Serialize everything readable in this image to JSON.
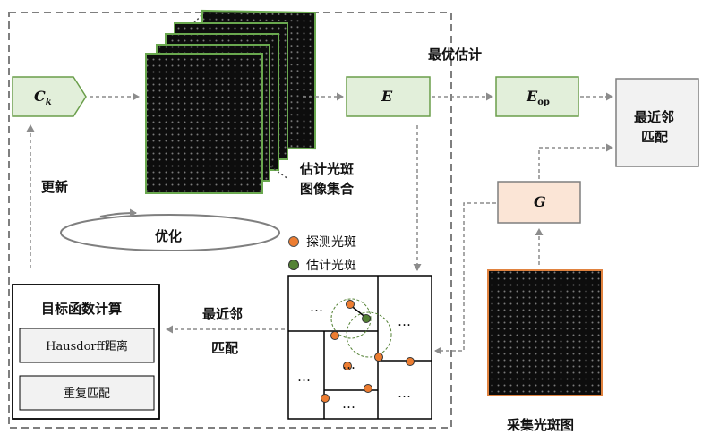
{
  "nodes": {
    "ck": {
      "label": "C",
      "sub": "k"
    },
    "e": {
      "label": "E"
    },
    "eop": {
      "label": "E",
      "sub": "op"
    },
    "g": {
      "label": "G"
    },
    "nn": {
      "line1": "最近邻",
      "line2": "匹配"
    }
  },
  "labels": {
    "best_estimate": "最优估计",
    "estimated_images_1": "估计光斑",
    "estimated_images_2": "图像集合",
    "update": "更新",
    "optimize": "优化",
    "match_1": "最近邻",
    "match_2": "匹配",
    "captured_image": "采集光斑图"
  },
  "legend": {
    "detected": "探测光斑",
    "estimated": "估计光斑"
  },
  "objective": {
    "title": "目标函数计算",
    "item1": "Hausdorff距离",
    "item2": "重复匹配"
  },
  "cells": {
    "ellipsis": "…"
  },
  "colors": {
    "green_fill": "#e2efda",
    "green_border": "#6a9e4a",
    "peach_fill": "#fbe5d6",
    "peach_border": "#c55a11",
    "gray_fill": "#f2f2f2",
    "arrow": "#8c8c8c",
    "detected_dot": "#ed7d31",
    "estimated_dot": "#548235"
  }
}
